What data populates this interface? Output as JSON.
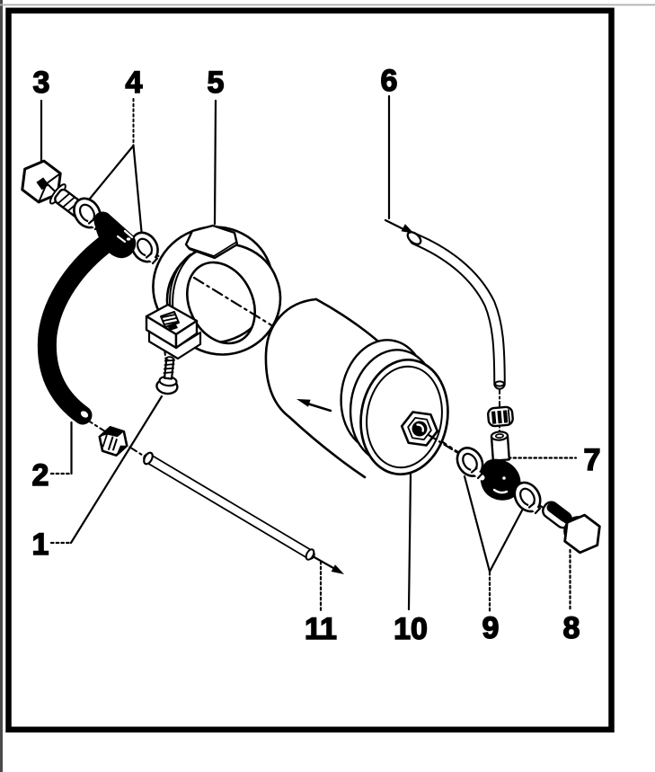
{
  "diagram": {
    "callouts": [
      {
        "label": "1"
      },
      {
        "label": "2"
      },
      {
        "label": "3"
      },
      {
        "label": "4"
      },
      {
        "label": "5"
      },
      {
        "label": "6"
      },
      {
        "label": "7"
      },
      {
        "label": "8"
      },
      {
        "label": "9"
      },
      {
        "label": "10"
      },
      {
        "label": "11"
      }
    ]
  },
  "colors": {
    "ink": "#000000",
    "paper": "#ffffff",
    "page_edge": "#4a4a4a",
    "top_rule": "#b0b0b0"
  }
}
